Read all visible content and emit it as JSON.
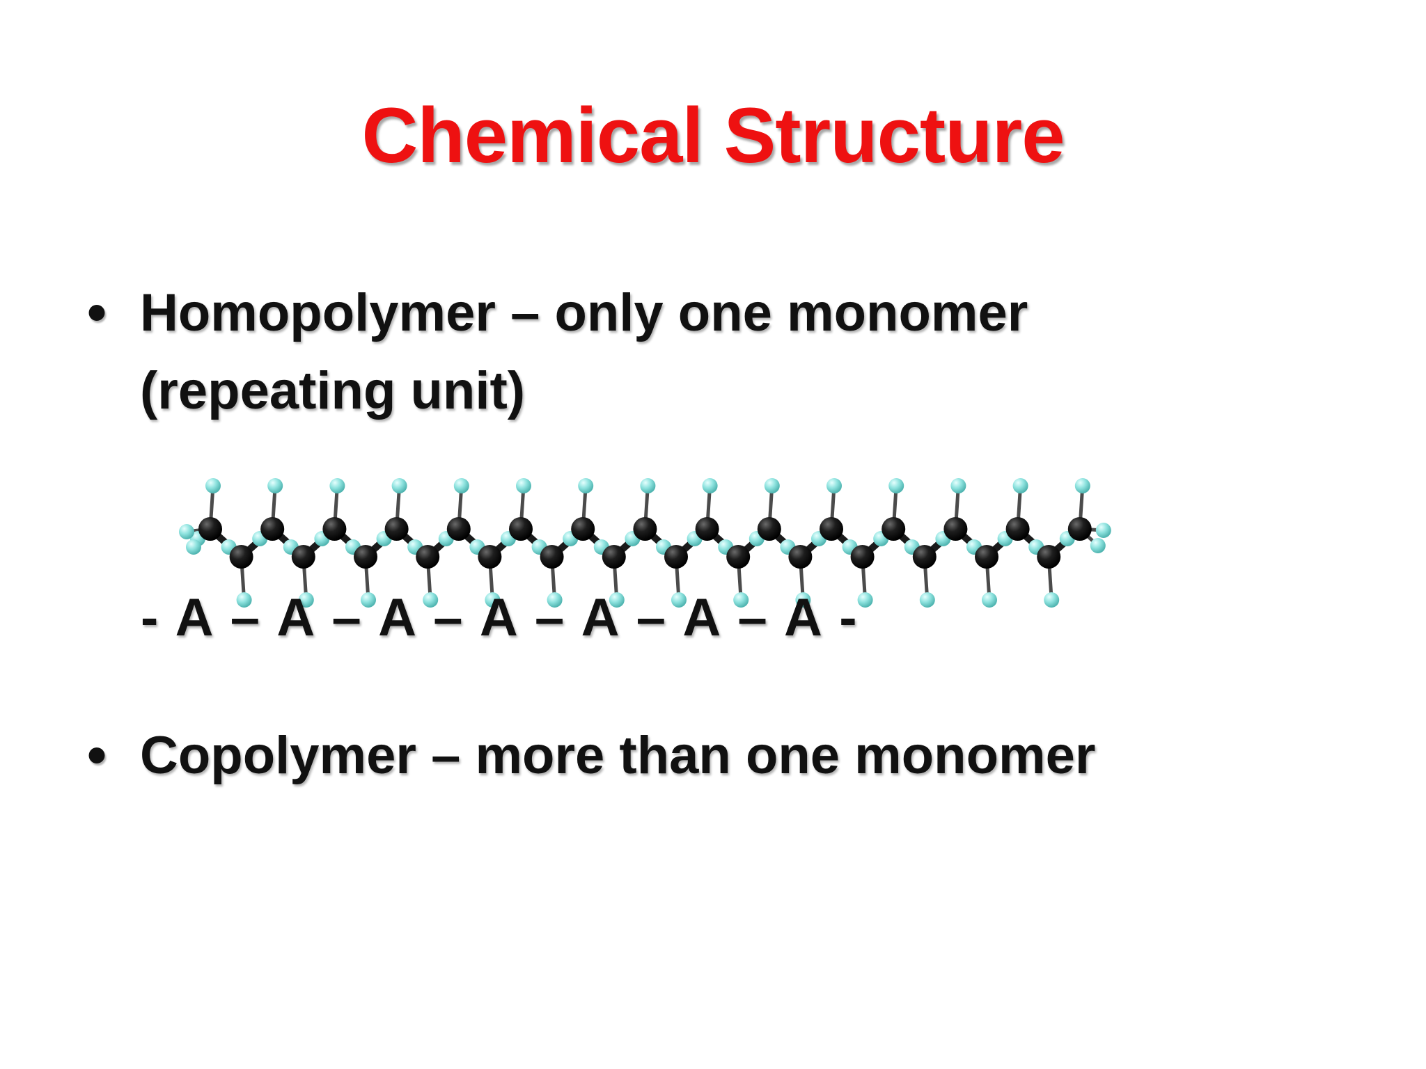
{
  "slide": {
    "title": "Chemical Structure",
    "bullets": [
      {
        "line1": "Homopolymer – only one monomer",
        "line2": "(repeating unit)"
      },
      {
        "line1": "Copolymer – more than one monomer"
      }
    ],
    "formula": "- A – A – A – A – A – A – A -"
  },
  "colors": {
    "title": "#ee1111",
    "text": "#111111",
    "carbon_atom": "#1a1a1a",
    "hydrogen_atom": "#7fe0dc"
  },
  "icons": {
    "bullet": "bullet-dot-icon",
    "molecule": "polyethylene-ball-and-stick-model"
  }
}
